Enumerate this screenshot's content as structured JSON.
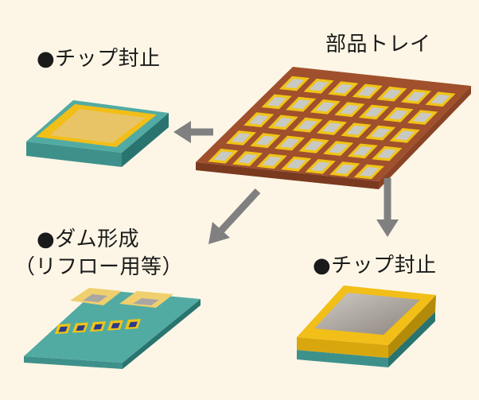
{
  "labels": {
    "tray": "部品トレイ",
    "chip_seal_left": "●チップ封止",
    "dam_line1": "●ダム形成",
    "dam_line2": "（リフロー用等）",
    "chip_seal_right": "●チップ封止"
  },
  "colors": {
    "background": "#fdf6e6",
    "tray_brown": "#a0502c",
    "pocket_yellow": "#f0c418",
    "pocket_gray": "#c9c9c3",
    "teal": "#4fa9a0",
    "arrow_gray": "#808080"
  },
  "tray": {
    "rows": 5,
    "cols": 7
  },
  "dam_pads": 5
}
